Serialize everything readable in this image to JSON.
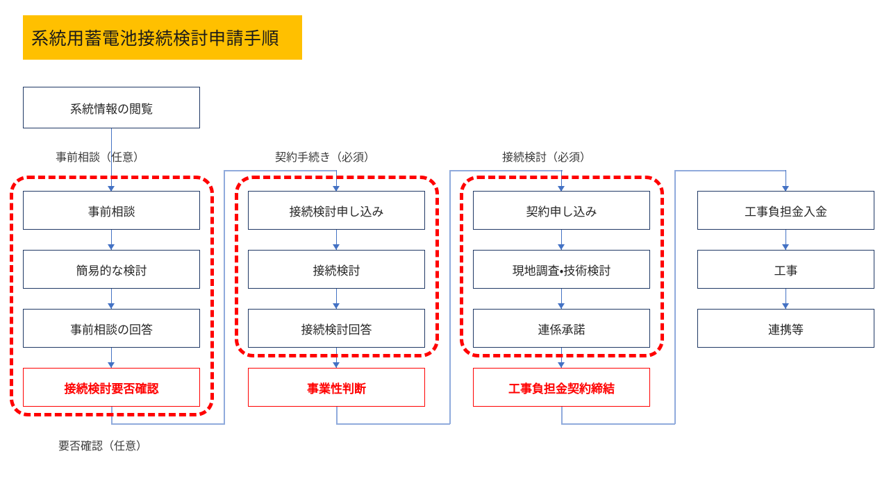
{
  "title": {
    "text": "系統用蓄電池接続検討申請手順",
    "background": "#FFC000"
  },
  "colors": {
    "box_border": "#1F3864",
    "arrow": "#4472C4",
    "connector_light": "#8FAADC",
    "accent_red": "#FF0000",
    "banner": "#FFC000"
  },
  "entry": {
    "label": "系統情報の閲覧"
  },
  "stage_labels": {
    "col1": "事前相談（任意）",
    "col2": "契約手続き（必須）",
    "col3": "接続検討（必須）",
    "bottom": "要否確認（任意）"
  },
  "columns": [
    {
      "id": "col1",
      "caption": "事前相談（任意）",
      "steps": [
        {
          "label": "事前相談"
        },
        {
          "label": "簡易的な検討"
        },
        {
          "label": "事前相談の回答"
        }
      ],
      "decision": {
        "label": "接続検討要否確認"
      },
      "grouped": true,
      "group_includes_decision": true
    },
    {
      "id": "col2",
      "caption": "契約手続き（必須）",
      "steps": [
        {
          "label": "接続検討申し込み"
        },
        {
          "label": "接続検討"
        },
        {
          "label": "接続検討回答"
        }
      ],
      "decision": {
        "label": "事業性判断"
      },
      "grouped": true,
      "group_includes_decision": false
    },
    {
      "id": "col3",
      "caption": "接続検討（必須）",
      "steps": [
        {
          "label": "契約申し込み"
        },
        {
          "label": "現地調査・技術検討"
        },
        {
          "label": "連係承諾"
        }
      ],
      "decision": {
        "label": "工事負担金契約締結"
      },
      "grouped": true,
      "group_includes_decision": false
    },
    {
      "id": "col4",
      "caption": "",
      "steps": [
        {
          "label": "工事負担金入金"
        },
        {
          "label": "工事"
        },
        {
          "label": "連携等"
        }
      ],
      "decision": null,
      "grouped": false,
      "group_includes_decision": false
    }
  ]
}
